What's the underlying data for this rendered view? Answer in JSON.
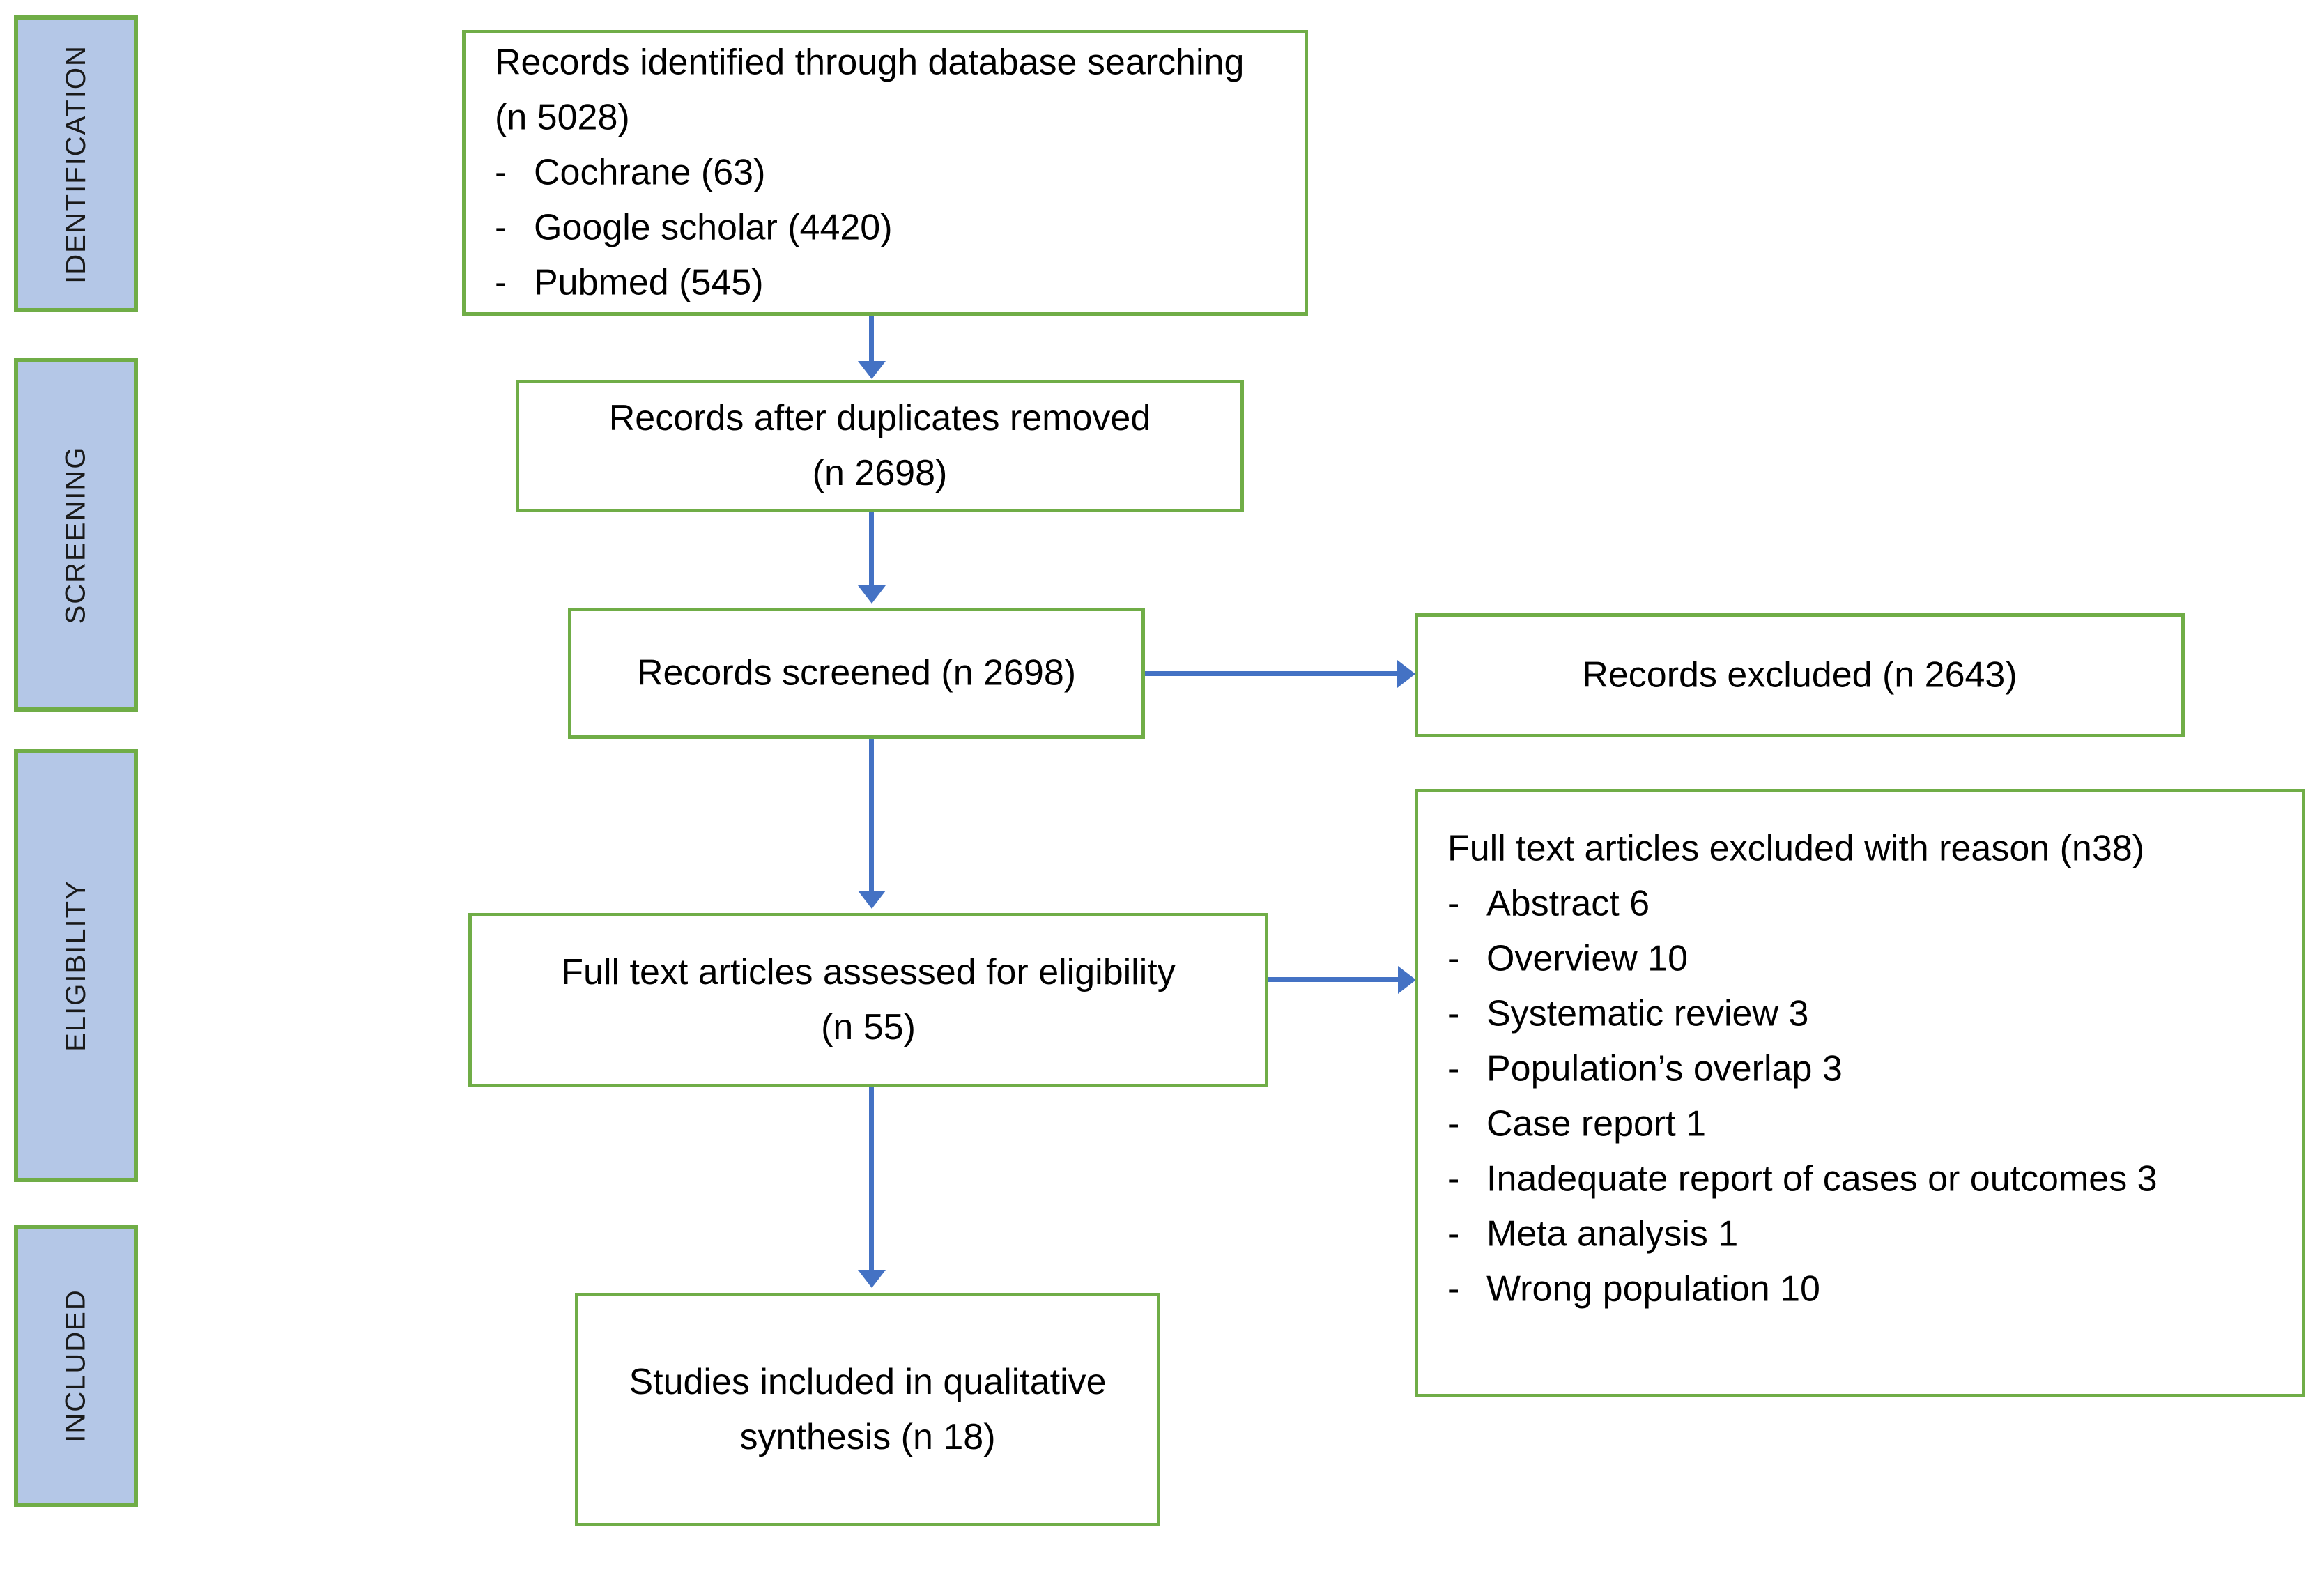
{
  "diagram": {
    "type": "PRISMA flow diagram",
    "accent_green": "#70AD47",
    "stage_fill_blue": "#B4C7E7",
    "arrow_blue": "#4472C4"
  },
  "stages": [
    {
      "label": "IDENTIFICATION"
    },
    {
      "label": "SCREENING"
    },
    {
      "label": "ELIGIBILITY"
    },
    {
      "label": "INCLUDED"
    }
  ],
  "boxes": {
    "identified": {
      "headline": "Records identified through database searching  (n 5028)",
      "bullets": [
        {
          "dash": "-",
          "text": "Cochrane (63)"
        },
        {
          "dash": "-",
          "text": "Google scholar (4420)"
        },
        {
          "dash": "-",
          "text": "Pubmed (545)"
        }
      ]
    },
    "duplicates_removed": {
      "line1": "Records after duplicates removed",
      "line2": "(n 2698)"
    },
    "screened": {
      "line1": "Records screened (n 2698)"
    },
    "excluded": {
      "line1": "Records excluded (n 2643)"
    },
    "eligibility": {
      "line1": "Full text articles assessed for eligibility",
      "line2": "(n 55)"
    },
    "fulltext_excluded": {
      "headline": "Full text articles excluded with reason (n38)",
      "bullets": [
        {
          "dash": "-",
          "text": "Abstract 6"
        },
        {
          "dash": "-",
          "text": "Overview 10"
        },
        {
          "dash": "-",
          "text": "Systematic review 3"
        },
        {
          "dash": "-",
          "text": "Population’s overlap 3"
        },
        {
          "dash": "-",
          "text": "Case report 1"
        },
        {
          "dash": "-",
          "text": "Inadequate report of cases or outcomes 3"
        },
        {
          "dash": "-",
          "text": "Meta analysis 1"
        },
        {
          "dash": "-",
          "text": "Wrong population 10"
        }
      ]
    },
    "included": {
      "line1": "Studies included in qualitative",
      "line2": "synthesis (n 18)"
    }
  }
}
